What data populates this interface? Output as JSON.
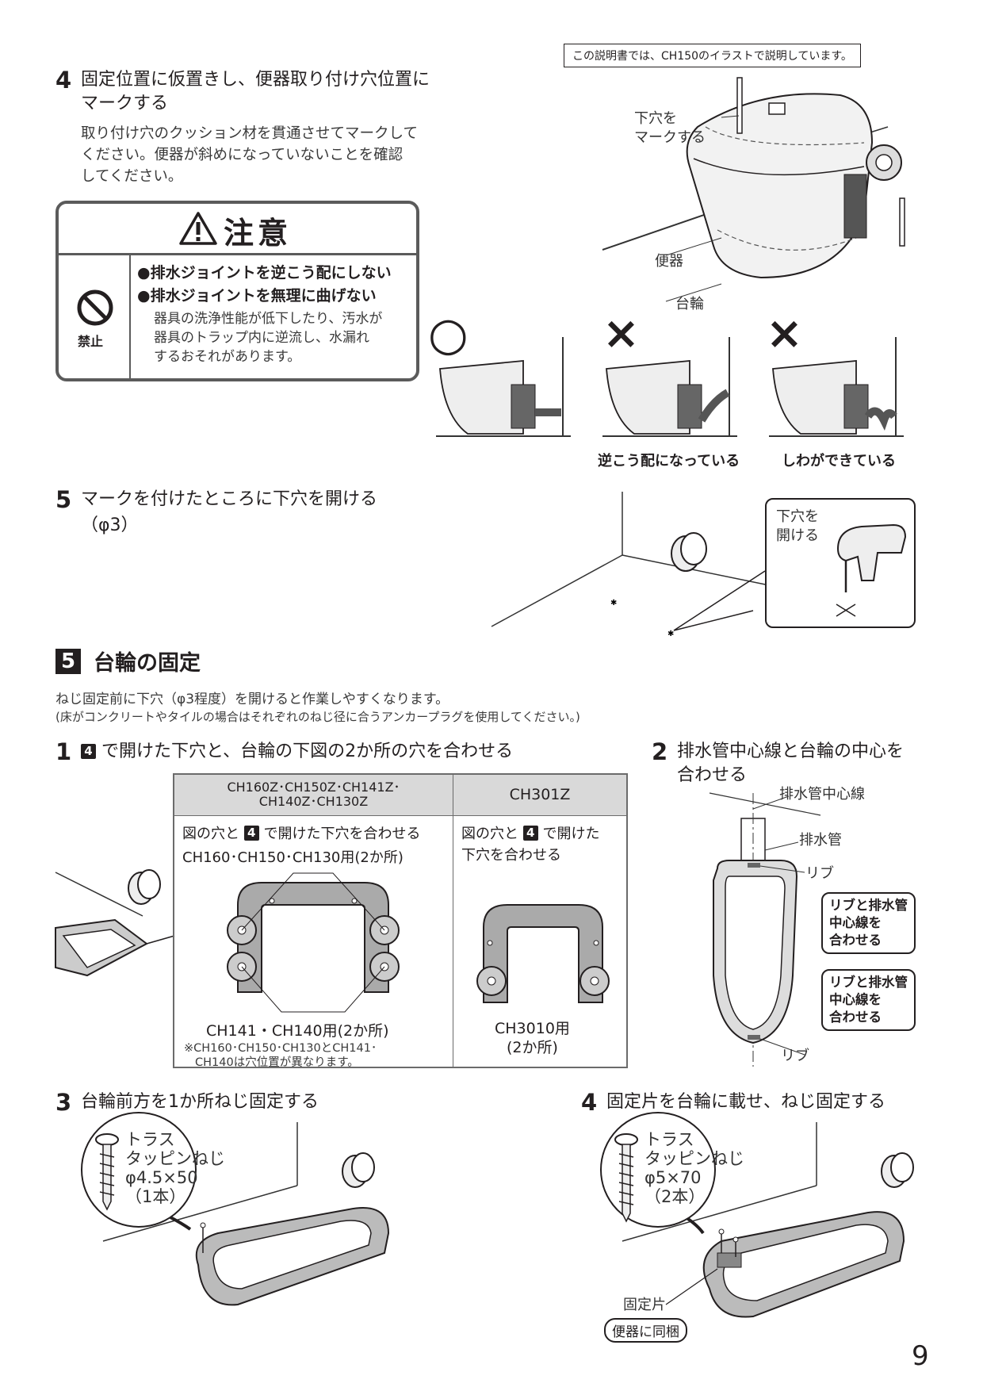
{
  "top_note": "この説明書では、CH150のイラストで説明しています。",
  "step4": {
    "num": "4",
    "title_line1": "固定位置に仮置きし、便器取り付け穴位置に",
    "title_line2": "マークする",
    "body_line1": "取り付け穴のクッション材を貫通させてマークして",
    "body_line2": "ください。便器が斜めになっていないことを確認",
    "body_line3": "してください。"
  },
  "caution": {
    "title": "注意",
    "prohibit_label": "禁止",
    "item1": "●排水ジョイントを逆こう配にしない",
    "item2": "●排水ジョイントを無理に曲げない",
    "detail_line1": "器具の洗浄性能が低下したり、汚水が",
    "detail_line2": "器具のトラップ内に逆流し、水漏れ",
    "detail_line3": "するおそれがあります。"
  },
  "toilet_labels": {
    "mark_line1": "下穴を",
    "mark_line2": "マークする",
    "bowl": "便器",
    "base": "台輪"
  },
  "judge": {
    "ok": "○",
    "ng": "×",
    "ng1_caption": "逆こう配になっている",
    "ng2_caption": "しわができている"
  },
  "step5": {
    "num": "5",
    "title": "マークを付けたところに下穴を開ける",
    "sub": "（φ3）",
    "drill_line1": "下穴を",
    "drill_line2": "開ける"
  },
  "section5": {
    "num": "5",
    "title": "台輪の固定",
    "intro1": "ねじ固定前に下穴（φ3程度）を開けると作業しやすくなります。",
    "intro2": "(床がコンクリートやタイルの場合はそれぞれのねじ径に合うアンカープラグを使用してください。)"
  },
  "s1": {
    "num": "1",
    "ref": "4",
    "title": "で開けた下穴と、台輪の下図の2か所の穴を合わせる",
    "col1_head_line1": "CH160Z･CH150Z･CH141Z･",
    "col1_head_line2": "CH140Z･CH130Z",
    "col2_head": "CH301Z",
    "col1_inst_a": "図の穴と",
    "col1_inst_ref": "4",
    "col1_inst_b": "で開けた下穴を合わせる",
    "col1_sub": "CH160･CH150･CH130用(2か所)",
    "col1_bottom": "CH141・CH140用(2か所)",
    "col1_note_line1": "※CH160･CH150･CH130とCH141･",
    "col1_note_line2": "CH140は穴位置が異なります。",
    "col2_inst_a": "図の穴と",
    "col2_inst_ref": "4",
    "col2_inst_b": "で開けた",
    "col2_inst_line2": "下穴を合わせる",
    "col2_bottom_line1": "CH3010用",
    "col2_bottom_line2": "(2か所)"
  },
  "s2": {
    "num": "2",
    "title_line1": "排水管中心線と台輪の中心を",
    "title_line2": "合わせる",
    "center_line": "排水管中心線",
    "pipe": "排水管",
    "rib_top": "リブ",
    "rib_bottom": "リブ",
    "callout1_line1": "リブと排水管",
    "callout1_line2": "中心線を",
    "callout1_line3": "合わせる",
    "callout2_line1": "リブと排水管",
    "callout2_line2": "中心線を",
    "callout2_line3": "合わせる"
  },
  "s3": {
    "num": "3",
    "title": "台輪前方を1か所ねじ固定する",
    "screw_line1": "トラス",
    "screw_line2": "タッピンねじ",
    "screw_line3": "φ4.5×50",
    "screw_line4": "（1本）"
  },
  "s4": {
    "num": "4",
    "title": "固定片を台輪に載せ、ねじ固定する",
    "screw_line1": "トラス",
    "screw_line2": "タッピンねじ",
    "screw_line3": "φ5×70",
    "screw_line4": "（2本）",
    "piece": "固定片",
    "bundled": "便器に同梱"
  },
  "page_number": "9"
}
